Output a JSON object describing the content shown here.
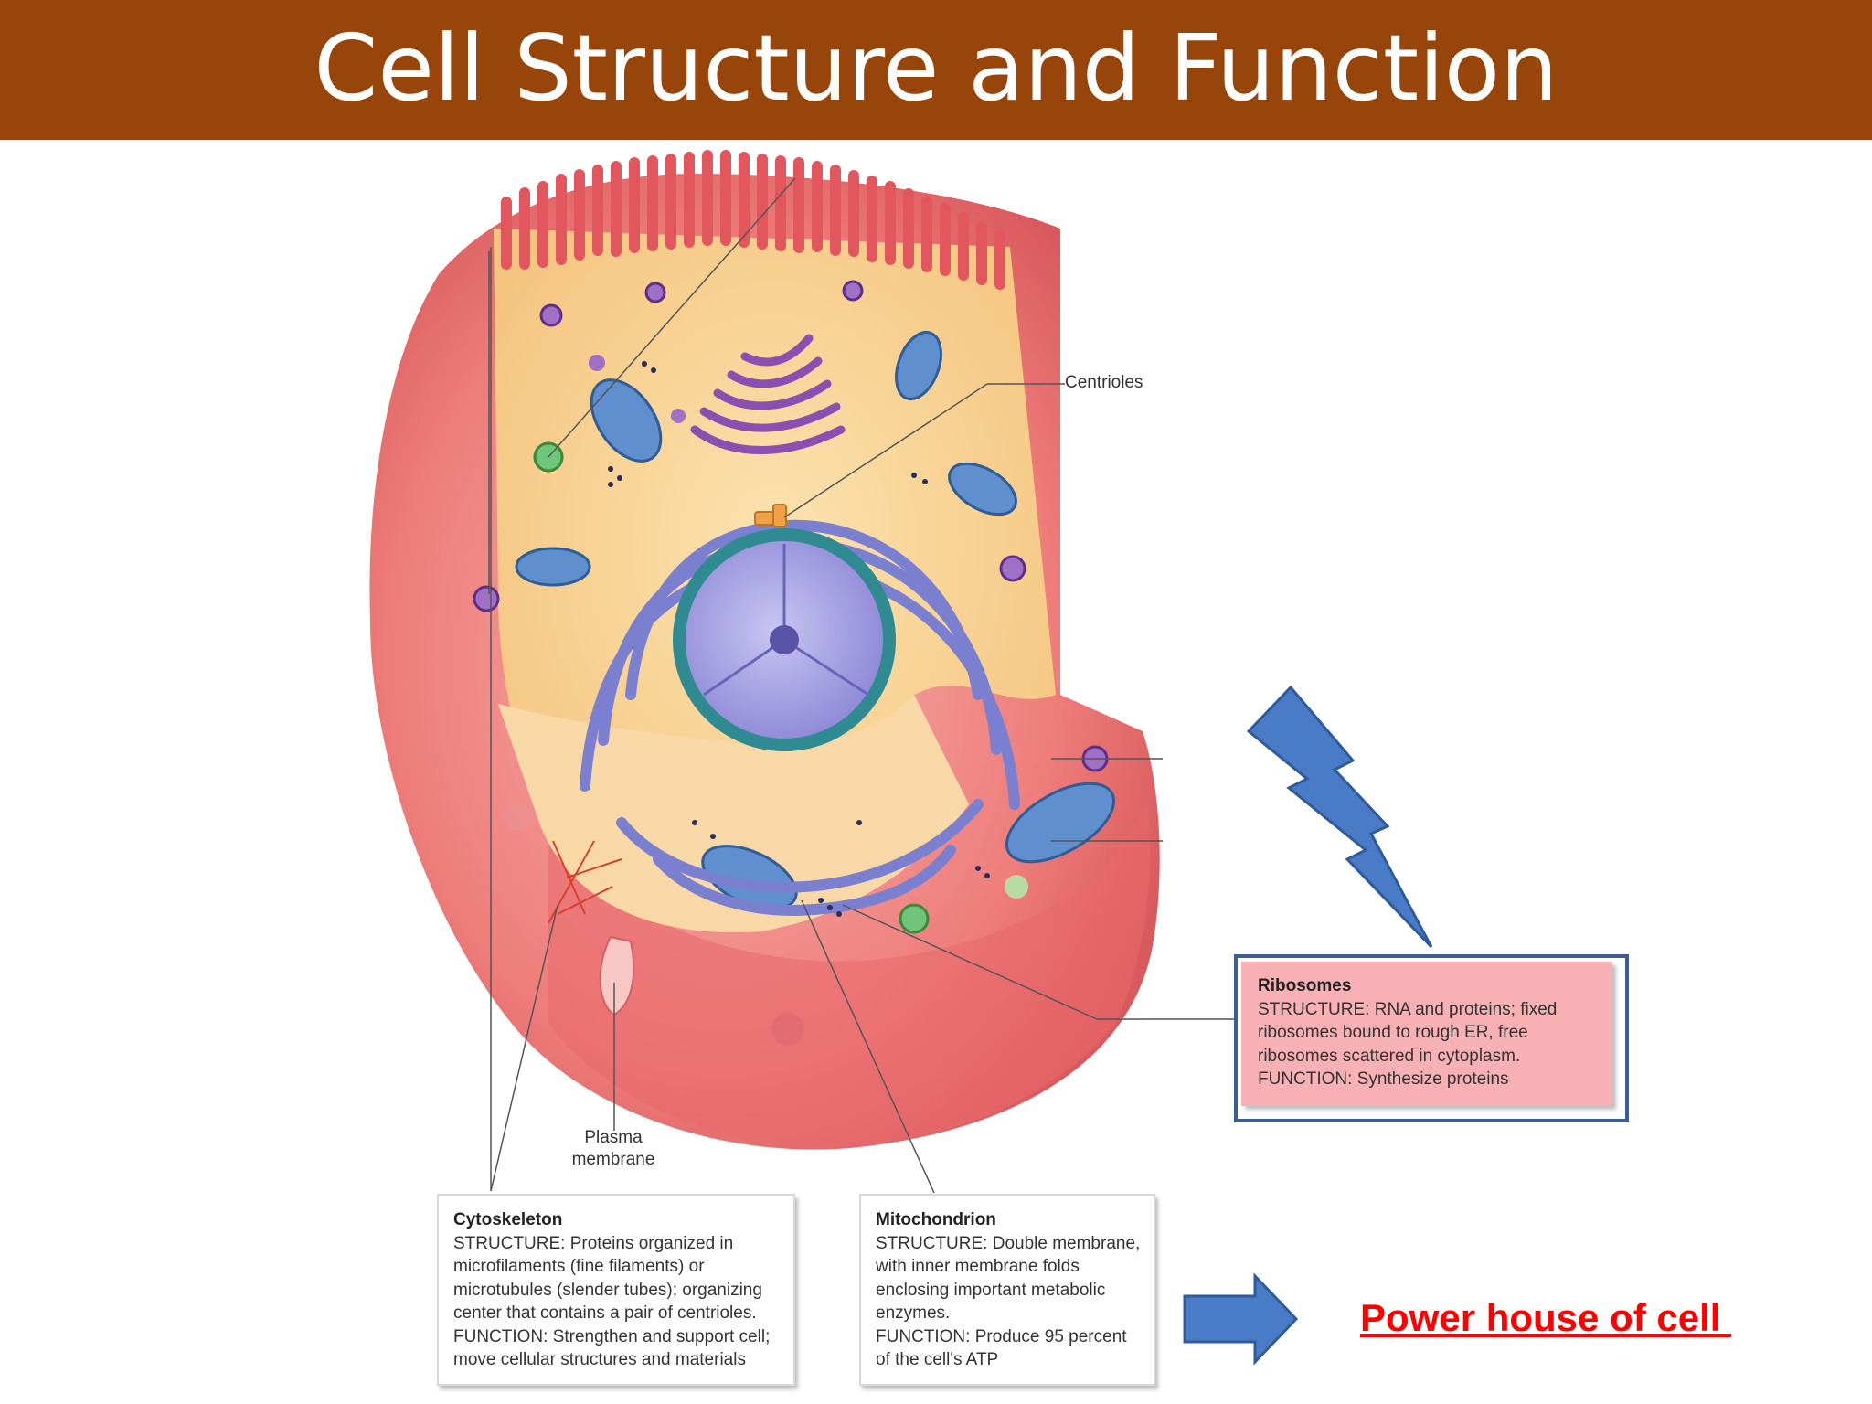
{
  "slide": {
    "title": "Cell Structure and Function"
  },
  "labels": {
    "centrioles": "Centrioles",
    "plasma_membrane": "Plasma\nmembrane"
  },
  "callouts": {
    "cytoskeleton": {
      "heading": "Cytoskeleton",
      "body": "STRUCTURE: Proteins organized in\nmicrofilaments (fine filaments) or\nmicrotubules (slender tubes); organizing\ncenter that contains a pair of centrioles.\nFUNCTION: Strengthen and support cell;\nmove cellular structures and materials"
    },
    "mitochondrion": {
      "heading": "Mitochondrion",
      "body": "STRUCTURE: Double membrane,\nwith inner membrane folds\nenclosing important metabolic\nenzymes.\nFUNCTION: Produce 95 percent\nof the cell's ATP"
    },
    "ribosomes": {
      "heading": "Ribosomes",
      "body": "STRUCTURE: RNA and proteins; fixed\nribosomes bound to rough ER, free\nribosomes scattered in cytoplasm.\nFUNCTION: Synthesize proteins"
    }
  },
  "annotation": {
    "power_house": "Power house of cell "
  },
  "icons": {
    "lightning": "lightning-bolt-icon",
    "arrow": "right-arrow-icon"
  },
  "colors": {
    "title_bar": "#98450c",
    "annotation_red": "#ff0000",
    "shape_blue": "#4a7bc6",
    "ribosome_fill": "#f7b0b4",
    "ribosome_border": "#3a5e95"
  }
}
